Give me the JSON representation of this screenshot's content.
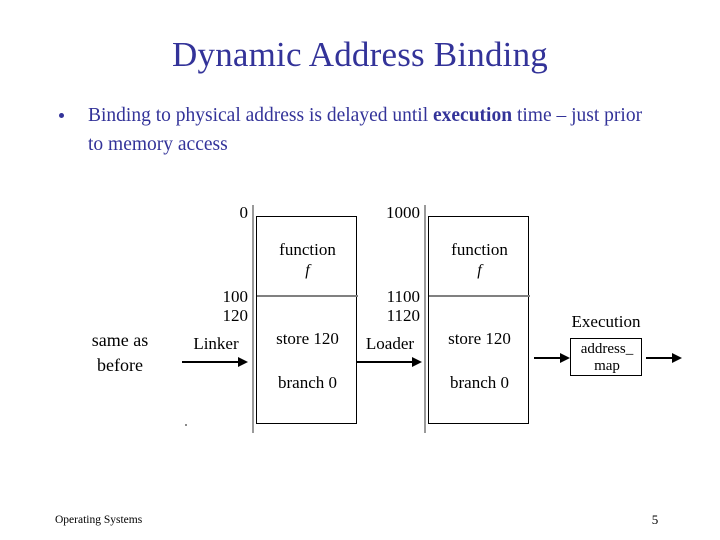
{
  "slide": {
    "title": "Dynamic Address Binding",
    "title_color": "#333399",
    "body_color": "#333399",
    "page_number": "5",
    "footer": "Operating Systems"
  },
  "bullets": [
    {
      "text_before_bold": "Binding to physical address is delayed until ",
      "bold": "execution",
      "text_after_bold": " time – just prior to memory access"
    }
  ],
  "diagram": {
    "left_caption": {
      "line1": "same as",
      "line2": "before"
    },
    "stages": [
      {
        "arrow_label": "Linker",
        "addresses": [
          "0",
          "100",
          "120"
        ],
        "cells": {
          "function": "function",
          "function_name": "f",
          "store": "store 120",
          "branch": "branch 0"
        }
      },
      {
        "arrow_label": "Loader",
        "addresses": [
          "1000",
          "1100",
          "1120"
        ],
        "cells": {
          "function": "function",
          "function_name": "f",
          "store": "store 120",
          "branch": "branch 0"
        }
      }
    ],
    "execution": {
      "label": "Execution",
      "box_line1": "address_",
      "box_line2": "map"
    }
  }
}
